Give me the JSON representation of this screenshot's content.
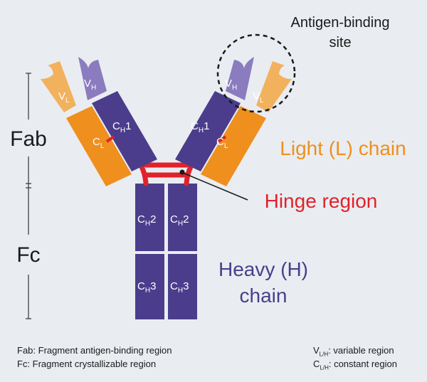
{
  "annotations": {
    "antigen_site": {
      "line1": "Antigen-binding",
      "line2": "site"
    },
    "light_chain": "Light (L) chain",
    "hinge_region": "Hinge region",
    "heavy_chain": {
      "line1": "Heavy (H)",
      "line2": "chain"
    },
    "fab": "Fab",
    "fc": "Fc"
  },
  "domains": {
    "vh_sub": "H",
    "vl_sub": "L",
    "ch1_sub": "H",
    "ch1_suffix": "1",
    "cl_sub": "L",
    "ch2_sub": "H",
    "ch2_suffix": "2",
    "ch3_sub": "H",
    "ch3_suffix": "3",
    "v_letter": "V",
    "c_letter": "C"
  },
  "legend": {
    "fab_def": "Fab: Fragment antigen-binding region",
    "fc_def": "Fc: Fragment crystallizable region",
    "variable_main": "V",
    "variable_sub": "L/H",
    "variable_text": ": variable region",
    "constant_main": "C",
    "constant_sub": "L/H",
    "constant_text": ": constant region"
  },
  "colors": {
    "heavy": "#4b3d8c",
    "heavy_variable": "#8b7bbf",
    "light": "#ef8f1e",
    "light_variable": "#f2b15c",
    "hinge": "#e0222b",
    "background": "#e9edf1"
  }
}
